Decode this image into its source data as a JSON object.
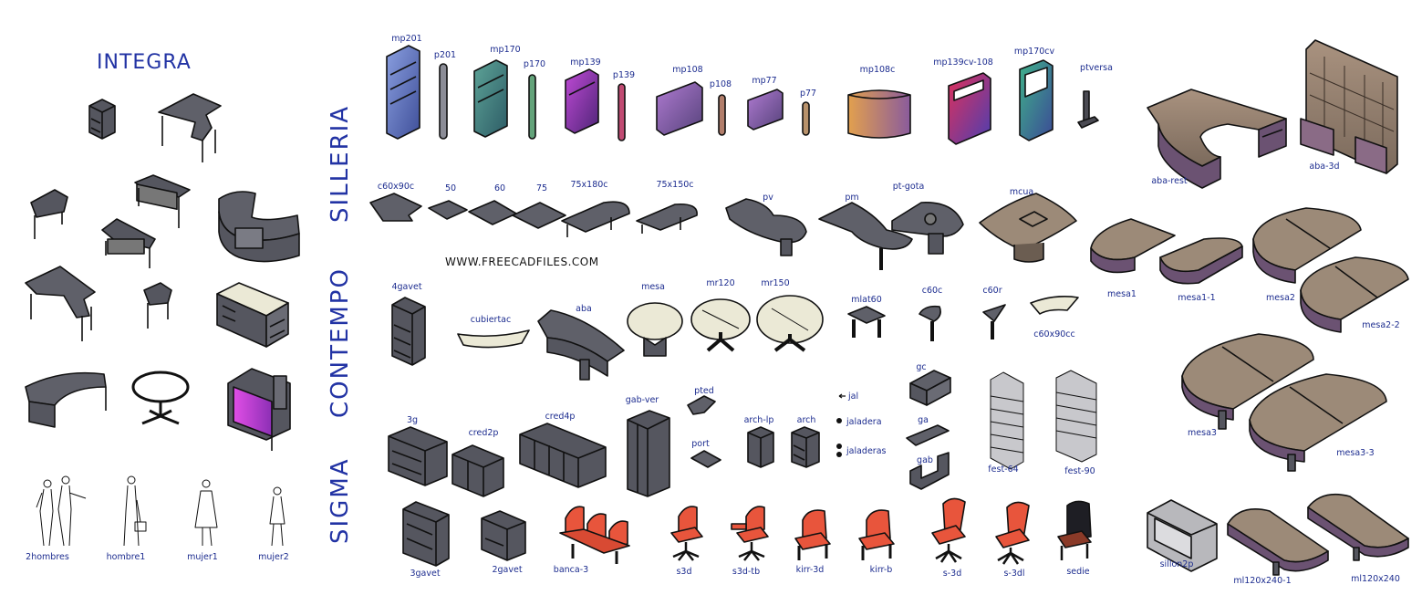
{
  "titles": {
    "integra": "INTEGRA",
    "silleria": "SILLERIA",
    "contempo": "CONTEMPO",
    "sigma": "SIGMA"
  },
  "website": "WWW.FREECADFILES.COM",
  "labels": {
    "mp201": "mp201",
    "p201": "p201",
    "mp170": "mp170",
    "p170": "p170",
    "mp139": "mp139",
    "p139": "p139",
    "mp108": "mp108",
    "p108": "p108",
    "mp77": "mp77",
    "p77": "p77",
    "mp108c": "mp108c",
    "mp139cv108": "mp139cv-108",
    "mp170cv": "mp170cv",
    "ptversa": "ptversa",
    "aba_rest": "aba-rest",
    "aba_3d": "aba-3d",
    "c60x90c": "c60x90c",
    "t50": "50",
    "t60": "60",
    "t75": "75",
    "t75x180c": "75x180c",
    "t75x150c": "75x150c",
    "pv": "pv",
    "pm": "pm",
    "pt_gota": "pt-gota",
    "mcua": "mcua",
    "mesa1": "mesa1",
    "mesa1_1": "mesa1-1",
    "mesa2": "mesa2",
    "mesa2_2": "mesa2-2",
    "gavet4": "4gavet",
    "cubiertac": "cubiertac",
    "aba": "aba",
    "mesa": "mesa",
    "mr120": "mr120",
    "mr150": "mr150",
    "mlat60": "mlat60",
    "c60c": "c60c",
    "c60r": "c60r",
    "c60x90cc": "c60x90cc",
    "mesa3": "mesa3",
    "mesa3_3": "mesa3-3",
    "g3": "3g",
    "cred2p": "cred2p",
    "cred4p": "cred4p",
    "gab_ver": "gab-ver",
    "pted": "pted",
    "port": "port",
    "arch_lp": "arch-lp",
    "arch": "arch",
    "jal": "jal",
    "jaladera": "jaladera",
    "jaladeras": "jaladeras",
    "gc": "gc",
    "ga": "ga",
    "gab": "gab",
    "fest64": "fest-64",
    "fest90": "fest-90",
    "gavet3": "3gavet",
    "gavet2": "2gavet",
    "banca3": "banca-3",
    "s3d": "s3d",
    "s3dtb": "s3d-tb",
    "kirr3d": "kirr-3d",
    "kirrb": "kirr-b",
    "s_3d": "s-3d",
    "s_3dl": "s-3dl",
    "sedie": "sedie",
    "sillon2p": "sillon2p",
    "ml120x240_1": "ml120x240-1",
    "ml120x240": "ml120x240",
    "hombres2": "2hombres",
    "hombre1": "hombre1",
    "mujer1": "mujer1",
    "mujer2": "mujer2"
  },
  "colors": {
    "furniture_dark": "#55565f",
    "furniture_top": "#5f6069",
    "wood_top": "#9c8a78",
    "label": "#1c2c8f",
    "title": "#2233a4",
    "chair": "#e8553c"
  }
}
